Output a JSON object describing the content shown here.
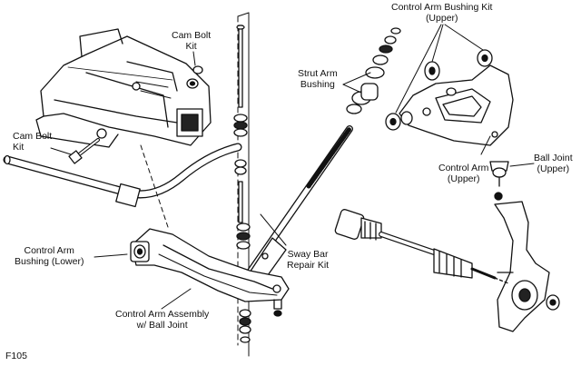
{
  "figure_id": "F105",
  "labels": {
    "cam_bolt_kit_top": [
      "Cam Bolt",
      "Kit"
    ],
    "cam_bolt_kit_left": [
      "Cam Bolt",
      "Kit"
    ],
    "control_arm_bushing_kit_upper": [
      "Control Arm Bushing Kit",
      "(Upper)"
    ],
    "strut_arm_bushing": [
      "Strut Arm",
      "Bushing"
    ],
    "control_arm_upper": [
      "Control Arm",
      "(Upper)"
    ],
    "ball_joint_upper": [
      "Ball Joint",
      "(Upper)"
    ],
    "control_arm_bushing_lower": [
      "Control Arm",
      "Bushing (Lower)"
    ],
    "sway_bar_repair_kit": [
      "Sway Bar",
      "Repair Kit"
    ],
    "control_arm_assembly": [
      "Control Arm Assembly",
      "w/ Ball Joint"
    ]
  }
}
